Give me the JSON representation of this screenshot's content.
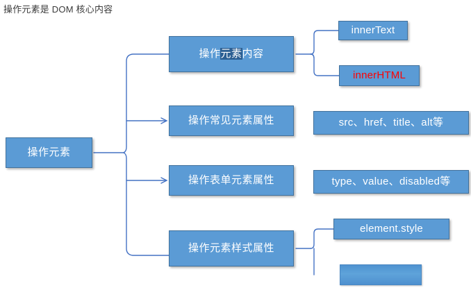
{
  "title": "操作元素是 DOM 核心内容",
  "colors": {
    "node_fill": "#5B9BD5",
    "node_border": "#41719C",
    "node_text": "#FFFFFF",
    "highlight_text": "#FF0000",
    "connector": "#4472C4",
    "title_text": "#3B3B3B",
    "selection": "#2C5F93"
  },
  "diagram": {
    "type": "tree",
    "root": {
      "label": "操作元素"
    },
    "branches": [
      {
        "label": "操作元素内容",
        "label_parts": {
          "before": "操作",
          "selected": "元素",
          "after": "内容"
        },
        "connector": "curve",
        "children": [
          {
            "label": "innerText",
            "text_color": "#FFFFFF"
          },
          {
            "label": "innerHTML",
            "text_color": "#FF0000"
          }
        ]
      },
      {
        "label": "操作常见元素属性",
        "connector": "arrow",
        "children": [
          {
            "label": "src、href、title、alt等",
            "text_color": "#FFFFFF"
          }
        ]
      },
      {
        "label": "操作表单元素属性",
        "connector": "arrow",
        "children": [
          {
            "label": "type、value、disabled等",
            "text_color": "#FFFFFF"
          }
        ]
      },
      {
        "label": "操作元素样式属性",
        "connector": "curve",
        "children": [
          {
            "label": "element.style",
            "text_color": "#FFFFFF"
          },
          {
            "label": "",
            "text_color": "#FFFFFF",
            "state": "blurred-clipped"
          }
        ]
      }
    ]
  }
}
